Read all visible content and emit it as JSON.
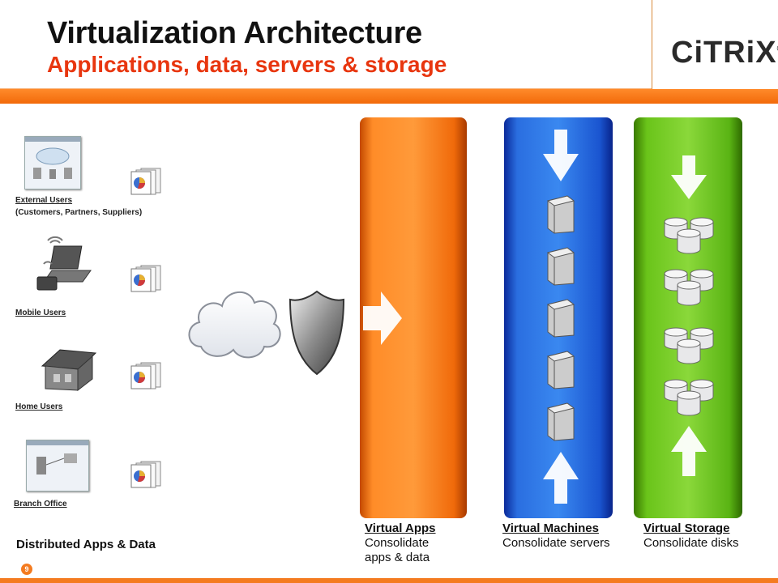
{
  "slide": {
    "title": "Virtualization Architecture",
    "subtitle": "Applications, data, servers & storage",
    "logo_text": "CiTRiX",
    "logo_mark": "®",
    "page_number": "9"
  },
  "users": [
    {
      "label": "External Users",
      "sub": "(Customers, Partners, Suppliers)",
      "icon": "network-diagram-icon"
    },
    {
      "label": "Mobile Users",
      "sub": "",
      "icon": "laptop-wireless-icon"
    },
    {
      "label": "Home Users",
      "sub": "",
      "icon": "house-icon"
    },
    {
      "label": "Branch Office",
      "sub": "",
      "icon": "branch-diagram-icon"
    }
  ],
  "left_caption": "Distributed Apps & Data",
  "columns": [
    {
      "title": "Virtual Apps",
      "line1": "Consolidate",
      "line2": "apps & data",
      "color": "#f47b20"
    },
    {
      "title": "Virtual Machines",
      "line1": "Consolidate servers",
      "line2": "",
      "color": "#2a6ee0"
    },
    {
      "title": "Virtual Storage",
      "line1": "Consolidate disks",
      "line2": "",
      "color": "#6ac41a"
    }
  ],
  "colors": {
    "accent": "#e8360f",
    "bar": "#f47b20"
  }
}
